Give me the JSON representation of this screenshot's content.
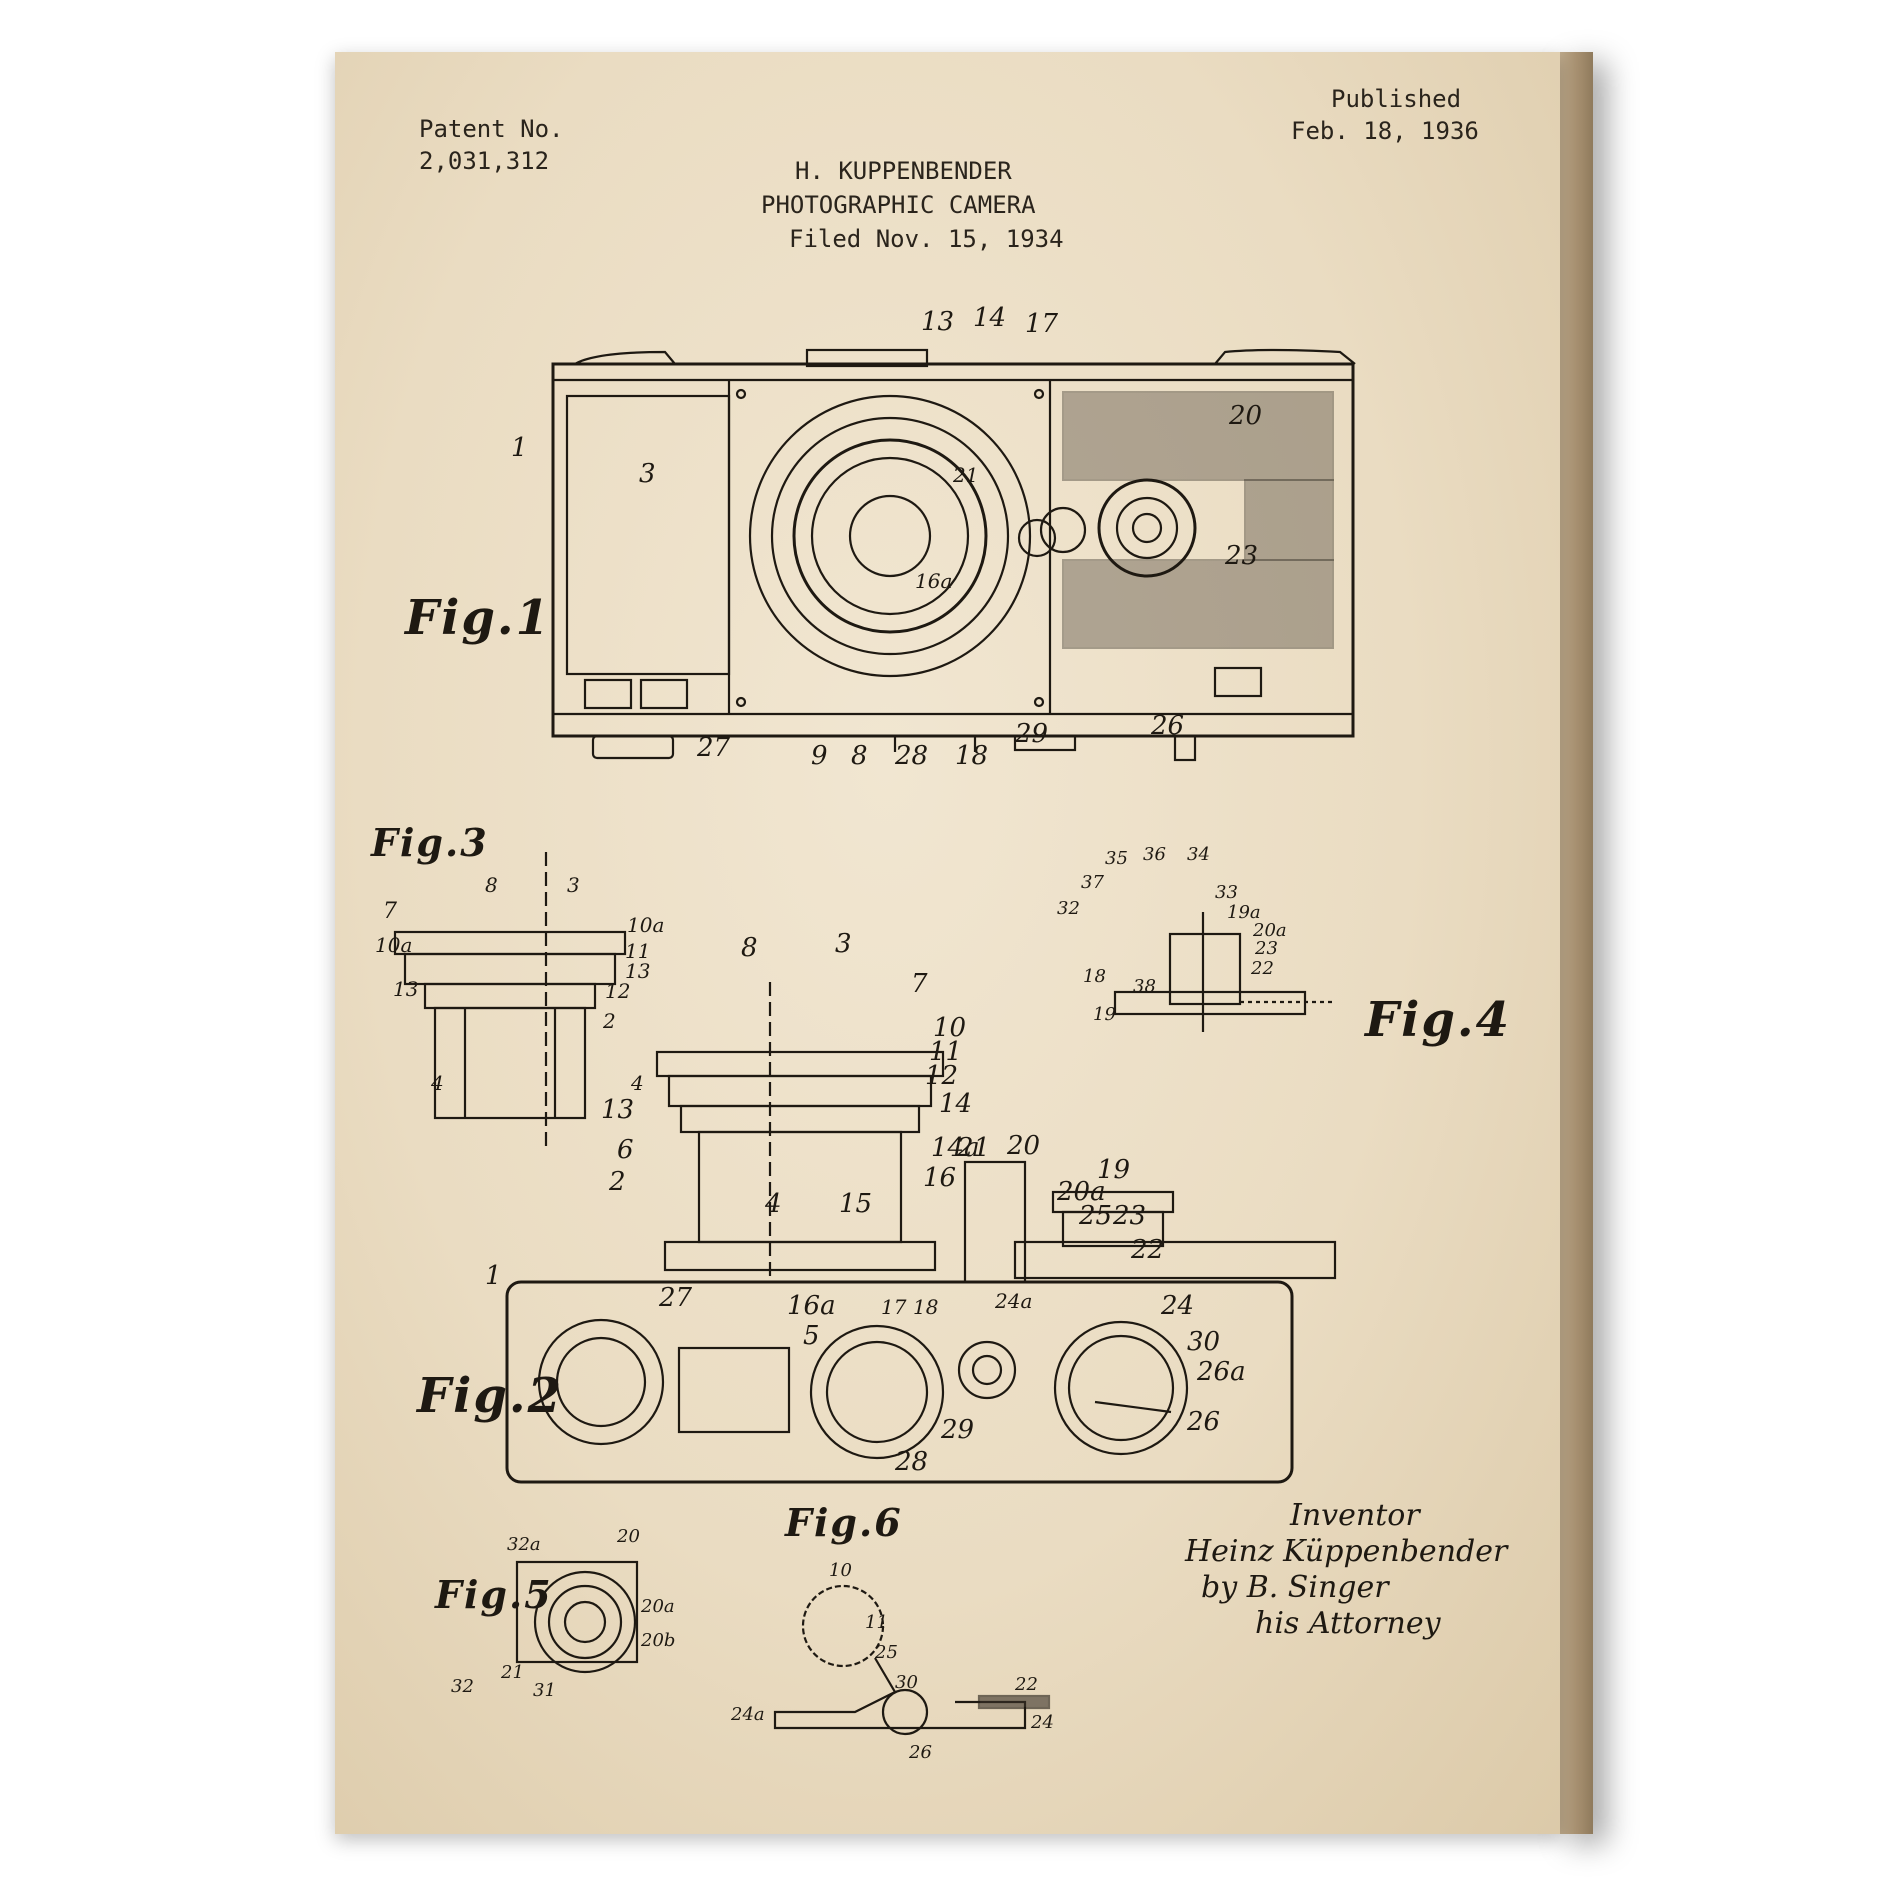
{
  "header": {
    "patent_label": "Patent No.",
    "patent_number": "2,031,312",
    "published_label": "Published",
    "published_date": "Feb. 18, 1936",
    "inventor_name": "H. KUPPENBENDER",
    "title": "PHOTOGRAPHIC CAMERA",
    "filed": "Filed Nov. 15, 1934"
  },
  "figures": {
    "fig1": "Fig.1",
    "fig2": "Fig.2",
    "fig3": "Fig.3",
    "fig4": "Fig.4",
    "fig5": "Fig.5",
    "fig6": "Fig.6"
  },
  "signature": {
    "inventor_label": "Inventor",
    "inventor_name": "Heinz Küppenbender",
    "by_line": "by B. Singer",
    "attorney": "his Attorney"
  },
  "callouts": {
    "fig1": [
      "13",
      "14",
      "17",
      "1",
      "3",
      "20",
      "21",
      "16a",
      "23",
      "27",
      "9",
      "8",
      "28",
      "18",
      "29",
      "26"
    ],
    "fig2": [
      "8",
      "3",
      "7",
      "10",
      "11",
      "12",
      "14",
      "13",
      "14a",
      "6",
      "2",
      "16",
      "21",
      "20",
      "19",
      "20a",
      "25",
      "23",
      "22",
      "15",
      "4",
      "1",
      "27",
      "16a",
      "5",
      "17",
      "18",
      "24a",
      "24",
      "30",
      "26a",
      "29",
      "28",
      "26"
    ],
    "fig3": [
      "8",
      "3",
      "7",
      "10a",
      "10a",
      "11",
      "13",
      "13",
      "12",
      "2",
      "4",
      "4"
    ],
    "fig4": [
      "35",
      "36",
      "34",
      "37",
      "33",
      "32",
      "19a",
      "20a",
      "23",
      "22",
      "18",
      "38",
      "19"
    ],
    "fig5": [
      "32a",
      "20",
      "20a",
      "20b",
      "32",
      "21",
      "31"
    ],
    "fig6": [
      "10",
      "11",
      "25",
      "30",
      "22",
      "24a",
      "24",
      "26"
    ]
  }
}
